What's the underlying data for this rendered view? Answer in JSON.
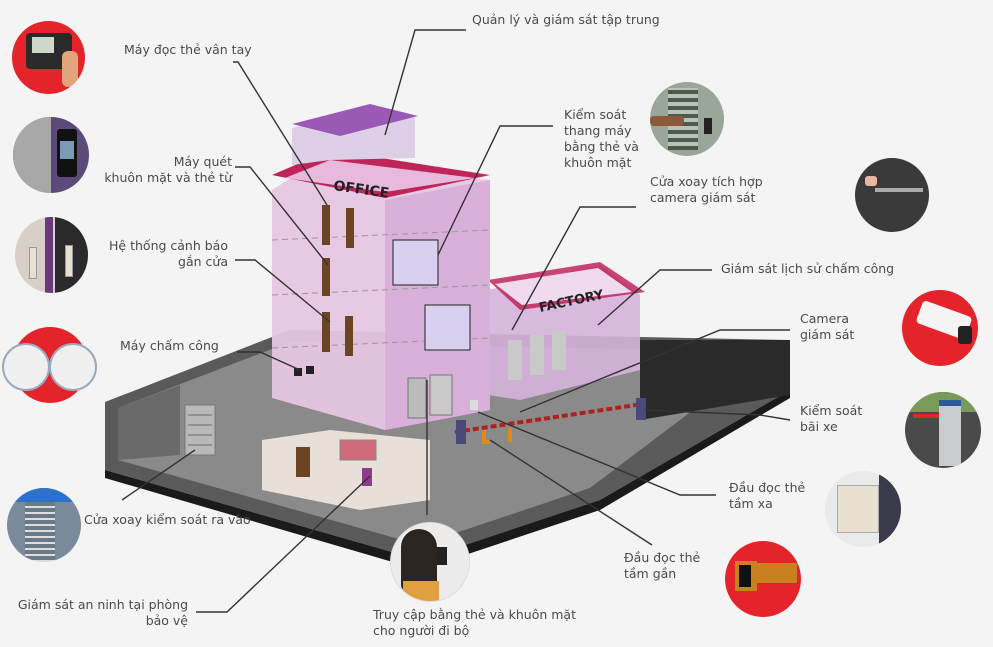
{
  "diagram": {
    "building_labels": {
      "office": "OFFICE",
      "factory": "FACTORY"
    },
    "colors": {
      "accent_red": "#e5232b",
      "building_pink": "#e6c6e2",
      "roof_magenta": "#c0255a",
      "ground_dark": "#3a3a3a",
      "text": "#4a4a4a",
      "background": "#f4f4f4"
    },
    "callouts": [
      {
        "id": "fingerprint",
        "text": "Máy đọc thẻ vân tay",
        "icon": "fingerprint-reader-icon"
      },
      {
        "id": "face-card",
        "text": "Máy quét\nkhuôn mặt và thẻ từ",
        "icon": "face-scanner-icon"
      },
      {
        "id": "door-alarm",
        "text": "Hệ thống cảnh báo\ngắn cửa",
        "icon": "door-alarm-icon"
      },
      {
        "id": "timekeeping",
        "text": "Máy chấm công",
        "icon": "clock-icon"
      },
      {
        "id": "turnstile-entry",
        "text": "Cửa xoay kiểm soát ra vào",
        "icon": "full-turnstile-icon"
      },
      {
        "id": "guard-room",
        "text": "Giám sát an ninh tại phòng\nbảo vệ",
        "icon": null
      },
      {
        "id": "pedestrian",
        "text": "Truy cập bằng thẻ và khuôn mặt\ncho người đi bộ",
        "icon": "pedestrian-face-access-icon"
      },
      {
        "id": "near-reader",
        "text": "Đầu đọc thẻ\ntầm gần",
        "icon": "near-card-reader-icon"
      },
      {
        "id": "far-reader",
        "text": "Đầu đọc thẻ\ntầm xa",
        "icon": "long-range-reader-icon"
      },
      {
        "id": "parking",
        "text": "Kiểm soát\nbãi  xe",
        "icon": "parking-barrier-icon"
      },
      {
        "id": "camera",
        "text": "Camera\ngiám sát",
        "icon": "cctv-camera-icon"
      },
      {
        "id": "attendance-history",
        "text": "Giám sát lịch sử chấm công",
        "icon": null
      },
      {
        "id": "turnstile-camera",
        "text": "Cửa xoay tích hợp\ncamera giám sát",
        "icon": "tripod-turnstile-icon"
      },
      {
        "id": "elevator",
        "text": "Kiểm soát\nthang máy\nbằng thẻ và\nkhuôn mặt",
        "icon": "elevator-keypad-icon"
      },
      {
        "id": "central",
        "text": "Quản lý và giám sát tập trung",
        "icon": null
      }
    ]
  }
}
